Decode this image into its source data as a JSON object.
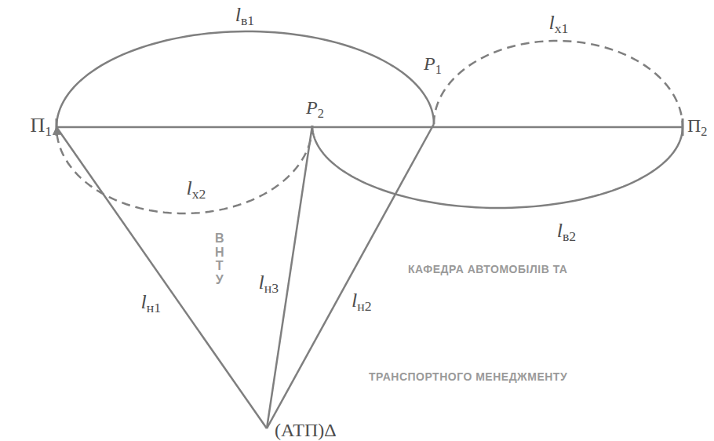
{
  "diagram": {
    "nodes": [
      {
        "text": [
          "П1"
        ]
      },
      {
        "text": [
          "P1"
        ]
      },
      {
        "text": [
          "P2"
        ]
      },
      {
        "text": [
          "П2"
        ]
      },
      {
        "text": [
          "(АТП)Δ"
        ]
      }
    ],
    "edges": [
      {
        "from": 0,
        "to": 1,
        "arrow": "none",
        "label": "lв1"
      },
      {
        "from": 1,
        "to": 3,
        "arrow": "none",
        "label": "lх1"
      },
      {
        "from": 2,
        "to": 3,
        "arrow": "none",
        "label": "lв2"
      },
      {
        "from": 2,
        "to": 0,
        "arrow": "to",
        "label": "lх2"
      },
      {
        "from": 0,
        "to": 3,
        "arrow": "none"
      },
      {
        "from": 4,
        "to": 0,
        "arrow": "none",
        "label": "lн1"
      },
      {
        "from": 4,
        "to": 2,
        "arrow": "none",
        "label": "lн3"
      },
      {
        "from": 4,
        "to": 1,
        "arrow": "none",
        "label": "lн2"
      }
    ],
    "labels": [
      "КАФЕДРА АВТОМОБІЛІВ ТА",
      "ВНТУ",
      "ТРАНСПОРТНОГО МЕНЕДЖМЕНТУ"
    ]
  }
}
